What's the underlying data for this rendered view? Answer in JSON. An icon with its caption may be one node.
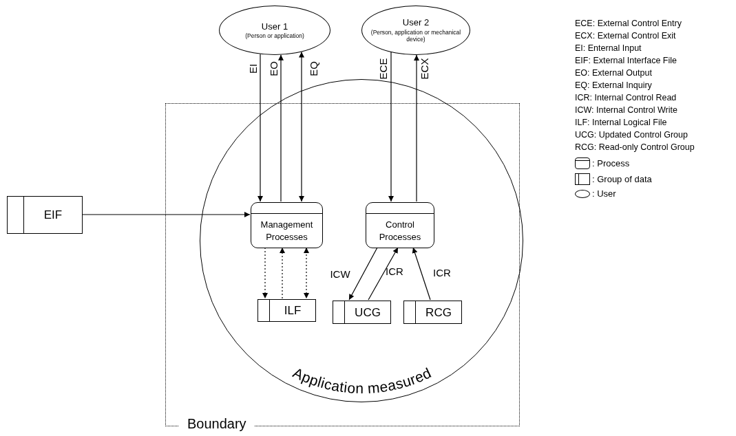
{
  "diagram": {
    "nodes": [
      {
        "text": [
          "User 1",
          "(Person or application)"
        ]
      },
      {
        "text": [
          "User 2",
          "(Person, application or mechanical device)"
        ]
      },
      {
        "text": [
          "Application measured"
        ]
      },
      {
        "text": [
          "Management Processes"
        ],
        "in": 2
      },
      {
        "text": [
          "Control Processes"
        ],
        "in": 2
      },
      {
        "text": [
          "ILF"
        ],
        "in": 2
      },
      {
        "text": [
          "UCG"
        ],
        "in": 2
      },
      {
        "text": [
          "RCG"
        ],
        "in": 2
      },
      {
        "text": [
          "EIF"
        ]
      }
    ],
    "edges": [
      {
        "from": 0,
        "to": 3,
        "arrow": "to",
        "label": "EI"
      },
      {
        "from": 3,
        "to": 0,
        "arrow": "to",
        "label": "EO"
      },
      {
        "from": 0,
        "to": 3,
        "arrow": "both",
        "label": "EQ"
      },
      {
        "from": 1,
        "to": 4,
        "arrow": "to",
        "label": "ECE"
      },
      {
        "from": 4,
        "to": 1,
        "arrow": "to",
        "label": "ECX"
      },
      {
        "from": 8,
        "to": 3,
        "arrow": "to"
      },
      {
        "from": 3,
        "to": 5,
        "arrow": "to",
        "style": "dashed"
      },
      {
        "from": 5,
        "to": 3,
        "arrow": "to",
        "style": "dashed"
      },
      {
        "from": 3,
        "to": 5,
        "arrow": "both",
        "style": "dashed"
      },
      {
        "from": 4,
        "to": 6,
        "arrow": "to",
        "label": "ICW"
      },
      {
        "from": 6,
        "to": 4,
        "arrow": "to",
        "label": "ICR"
      },
      {
        "from": 7,
        "to": 4,
        "arrow": "to",
        "label": "ICR"
      }
    ],
    "labels": [
      "ECE: External Control Entry",
      "ECX: External Control Exit",
      "EI: Enternal Input",
      "EIF: External Interface File",
      "EO: External Output",
      "EQ: External Inquiry",
      "ICR: Internal Control Read",
      "ICW: Internal Control Write",
      "ILF: Internal Logical File",
      "UCG: Updated Control Group",
      "RCG: Read-only Control Group",
      "Boundary"
    ],
    "legend": [
      {
        "text": ": Process"
      },
      {
        "text": ": Group of data"
      },
      {
        "text": ": User"
      }
    ]
  }
}
